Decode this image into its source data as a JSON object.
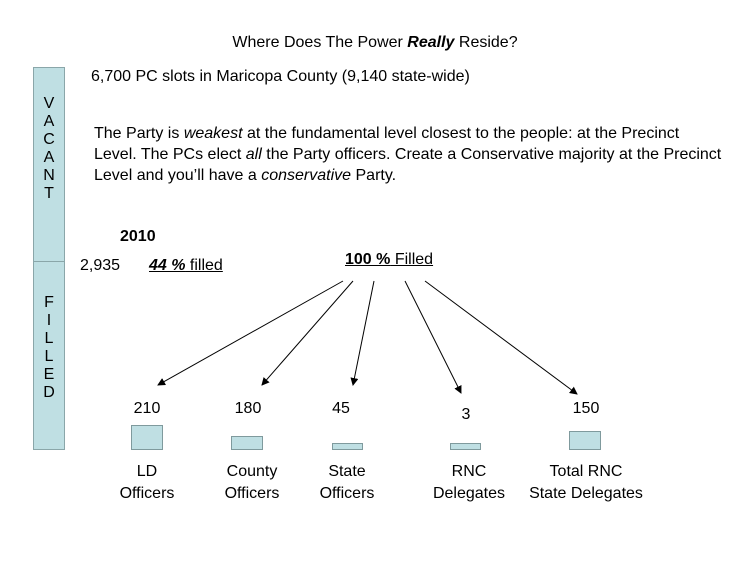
{
  "title": {
    "before": "Where Does The Power ",
    "emphasis": "Really",
    "after": " Reside?"
  },
  "slots": "6,700 PC slots in Maricopa County (9,140 state-wide)",
  "paragraph": {
    "p1": "The Party is ",
    "weakest": "weakest",
    "p2": " at the fundamental level closest to the people: at the Precinct Level.  The PCs elect ",
    "all": "all",
    "p3": " the Party officers.  Create a Conservative majority at the Precinct Level and you’ll have a ",
    "conservative": "conservative",
    "p4": " Party."
  },
  "year": "2010",
  "filled_count": "2,935",
  "filled_pct": {
    "number": "44 %",
    "word": " filled"
  },
  "full_label": {
    "number": "100 %",
    "word": " Filled"
  },
  "vacant_letters": [
    "V",
    "A",
    "C",
    "A",
    "N",
    "T"
  ],
  "filled_letters": [
    "F",
    "I",
    "L",
    "L",
    "E",
    "D"
  ],
  "accent_color": "#bfdfe3",
  "groups": [
    {
      "count": "210",
      "line1": "LD",
      "line2": "Officers"
    },
    {
      "count": "180",
      "line1": "County",
      "line2": "Officers"
    },
    {
      "count": "45",
      "line1": "State",
      "line2": "Officers"
    },
    {
      "count": "3",
      "line1": "RNC",
      "line2": "Delegates"
    },
    {
      "count": "150",
      "line1": "Total RNC",
      "line2": "State Delegates"
    }
  ]
}
